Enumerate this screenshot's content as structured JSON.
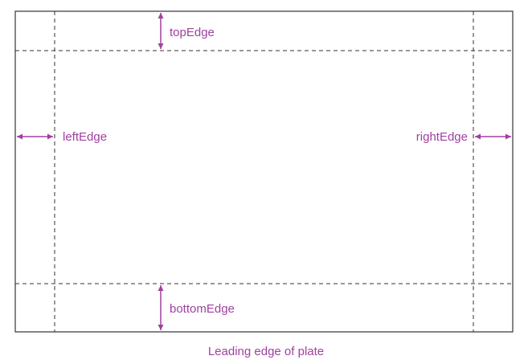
{
  "diagram": {
    "labels": {
      "top": "topEdge",
      "left": "leftEdge",
      "right": "rightEdge",
      "bottom": "bottomEdge"
    },
    "caption": "Leading edge of plate"
  },
  "colors": {
    "accent": "#a040a0",
    "outline": "#333333",
    "guide": "#333333",
    "background": "#ffffff"
  }
}
